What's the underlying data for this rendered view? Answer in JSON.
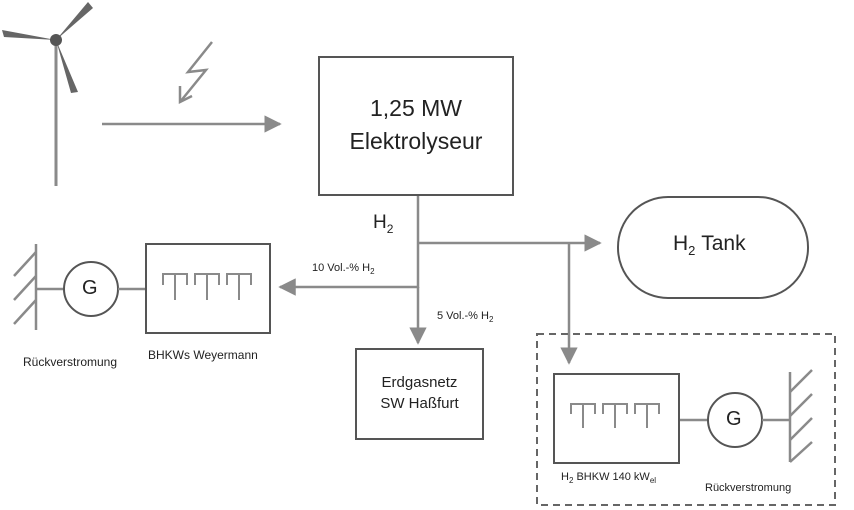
{
  "electrolyzer": {
    "line1": "1,25 MW",
    "line2": "Elektrolyseur"
  },
  "h2": {
    "symbol": "H",
    "sub": "2"
  },
  "tank": {
    "symbol": "H",
    "sub": "2",
    "word": "Tank"
  },
  "flow_left": {
    "text": "10 Vol.-% H",
    "sub": "2"
  },
  "flow_down": {
    "text": "5 Vol.-% H",
    "sub": "2"
  },
  "grid": {
    "line1": "Erdgasnetz",
    "line2": "SW Haßfurt"
  },
  "chp_left": {
    "label": "BHKWs Weyermann"
  },
  "chp_right": {
    "prefix": "H",
    "prefix_sub": "2",
    "label": " BHKW 140 kW",
    "label_sub": "el"
  },
  "generator": {
    "symbol": "G"
  },
  "reconversion": {
    "left": "Rückverstromung",
    "right": "Rückverstromung"
  },
  "colors": {
    "line": "#8a8a8a",
    "border": "#555555",
    "dash": "#666666",
    "turbine": "#666666"
  }
}
